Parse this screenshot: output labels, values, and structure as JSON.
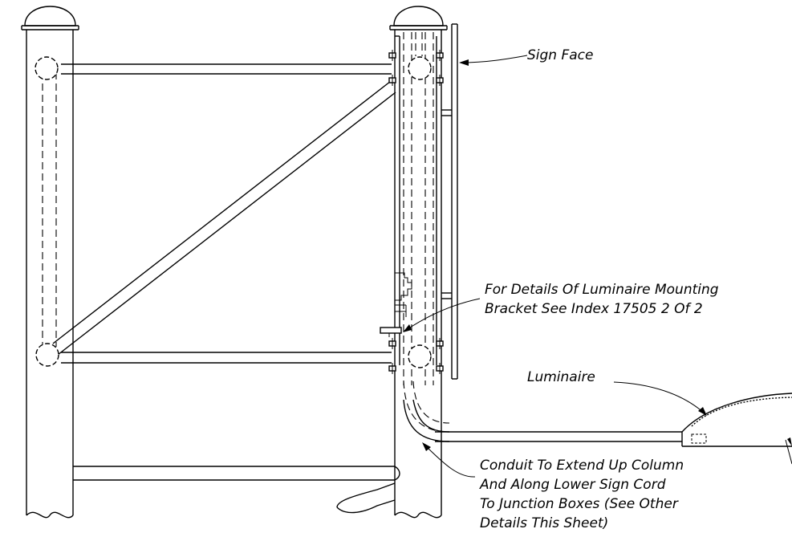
{
  "labels": {
    "sign_face": "Sign Face",
    "bracket_line1": "For Details Of Luminaire Mounting",
    "bracket_line2": "Bracket See Index 17505 2 Of 2",
    "luminaire": "Luminaire",
    "conduit_line1": "Conduit To Extend Up Column",
    "conduit_line2": "And Along Lower Sign Cord",
    "conduit_line3": "To Junction Boxes (See Other",
    "conduit_line4": "Details This Sheet)"
  }
}
